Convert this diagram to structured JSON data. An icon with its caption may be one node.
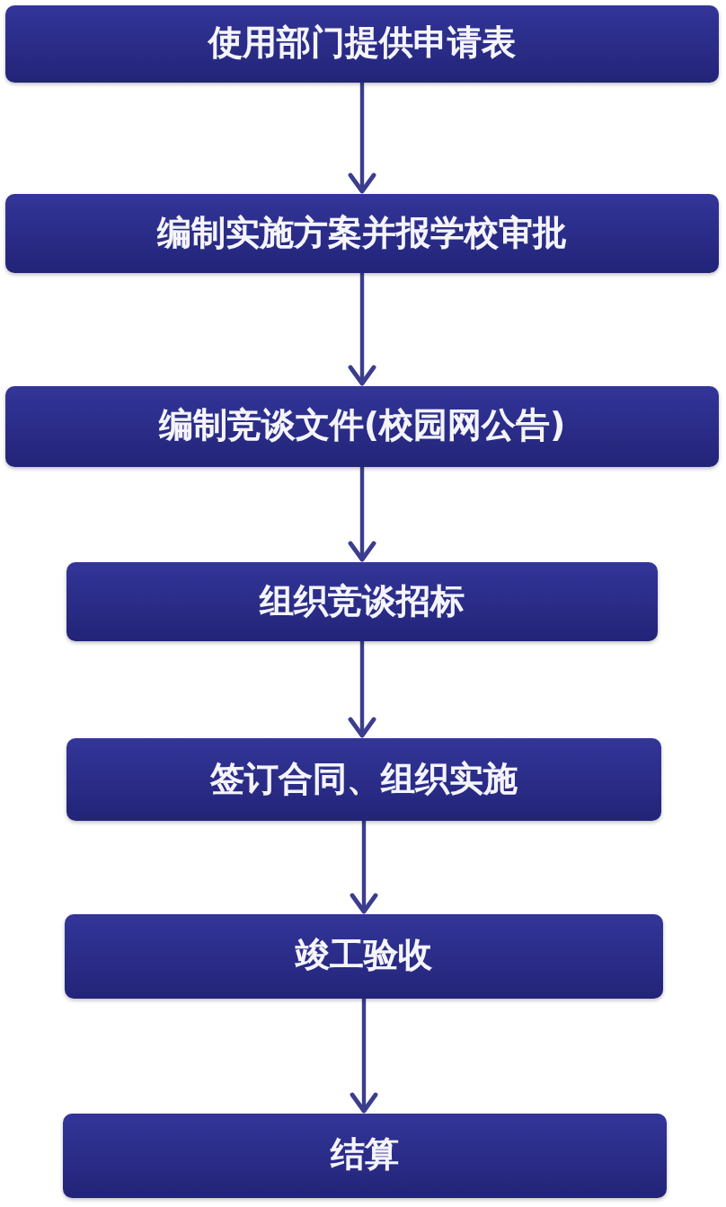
{
  "diagram": {
    "nodes": [
      {
        "text": [
          "使用部门提供申请表"
        ]
      },
      {
        "text": [
          "编制实施方案并报学校审批"
        ]
      },
      {
        "text": [
          "编制竞谈文件(校园网公告)"
        ]
      },
      {
        "text": [
          "组织竞谈招标"
        ]
      },
      {
        "text": [
          "签订合同、组织实施"
        ]
      },
      {
        "text": [
          "竣工验收"
        ]
      },
      {
        "text": [
          "结算"
        ]
      }
    ],
    "edges": [
      {
        "from": 0,
        "to": 1,
        "arrow": "to"
      },
      {
        "from": 1,
        "to": 2,
        "arrow": "to"
      },
      {
        "from": 2,
        "to": 3,
        "arrow": "to"
      },
      {
        "from": 3,
        "to": 4,
        "arrow": "to"
      },
      {
        "from": 4,
        "to": 5,
        "arrow": "to"
      },
      {
        "from": 5,
        "to": 6,
        "arrow": "to"
      }
    ]
  }
}
